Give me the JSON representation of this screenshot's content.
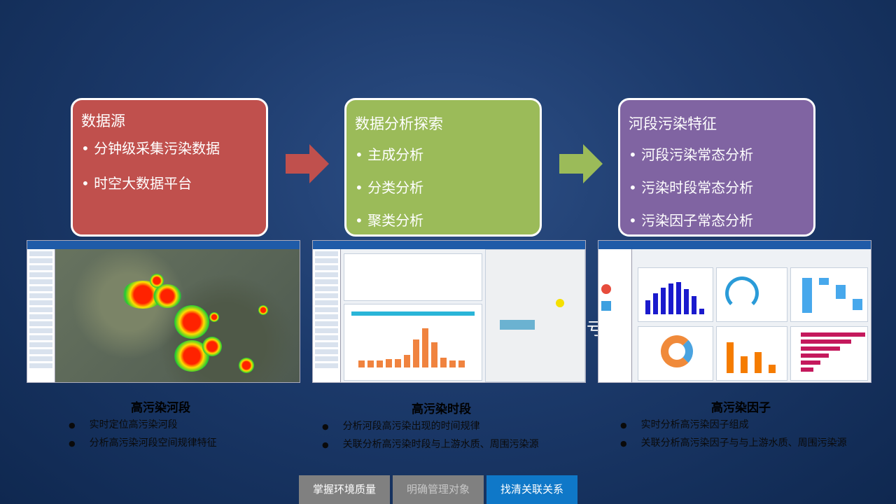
{
  "boxes": [
    {
      "title": "数据源",
      "items": [
        "分钟级采集污染数据",
        "时空大数据平台"
      ],
      "color": "#c0504d"
    },
    {
      "title": "数据分析探索",
      "items": [
        "主成分析",
        "分类分析",
        "聚类分析"
      ],
      "color": "#9bbb59"
    },
    {
      "title": "河段污染特征",
      "items": [
        "河段污染常态分析",
        "污染时段常态分析",
        "污染因子常态分析"
      ],
      "color": "#8064a2"
    }
  ],
  "captions": [
    {
      "title": "高污染河段",
      "items": [
        "实时定位高污染河段",
        "分析高污染河段空间规律特征"
      ]
    },
    {
      "title": "高污染时段",
      "items": [
        "分析河段高污染出现的时间规律",
        "关联分析高污染时段与上游水质、周围污染源"
      ]
    },
    {
      "title": "高污染因子",
      "items": [
        "实时分析高污染因子组成",
        "关联分析高污染因子与与上游水质、周围污染源"
      ]
    }
  ],
  "tabs": [
    "掌握环境质量",
    "明确管理对象",
    "找清关联关系"
  ],
  "ghost_char": "亏",
  "colors": {
    "red_box": "#c0504d",
    "green_box": "#9bbb59",
    "purple_box": "#8064a2",
    "active_tab": "#0f78c8",
    "inactive_tab": "#808080"
  }
}
